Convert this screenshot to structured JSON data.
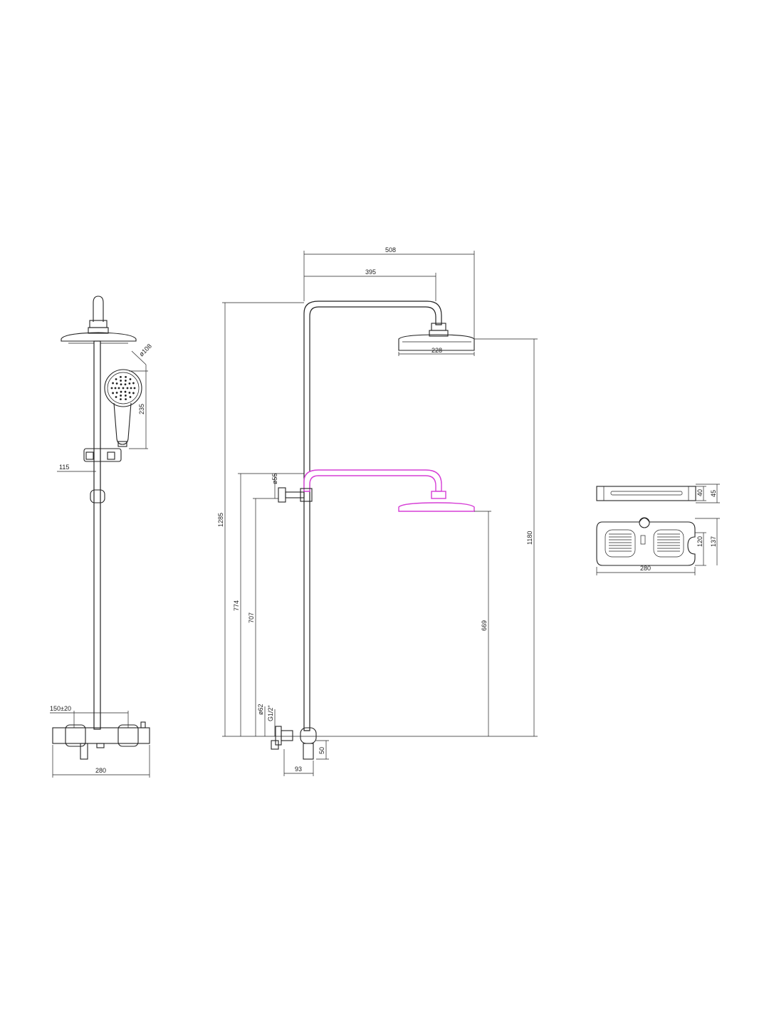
{
  "colors": {
    "line": "#222222",
    "alt_position": "#d63fd6",
    "background": "#ffffff"
  },
  "front_view": {
    "hand_shower_diameter": "ø108",
    "hand_shower_length": "235",
    "holder_offset": "115",
    "inlet_spacing": "150±20",
    "mixer_width": "280"
  },
  "side_view": {
    "outer_arm_length": "508",
    "arm_length": "395",
    "head_diameter": "228",
    "total_height": "1285",
    "head_height": "1180",
    "bracket_diameter": "ø55",
    "adjust_height_max": "774",
    "adjust_height_min": "707",
    "low_head_height": "669",
    "eccentric_diameter": "ø62",
    "thread": "G1/2\"",
    "outlet_depth": "50",
    "wall_offset": "93"
  },
  "shelf_view": {
    "thickness": "40",
    "total_thickness": "45",
    "depth": "120",
    "total_depth": "137",
    "width": "280"
  }
}
